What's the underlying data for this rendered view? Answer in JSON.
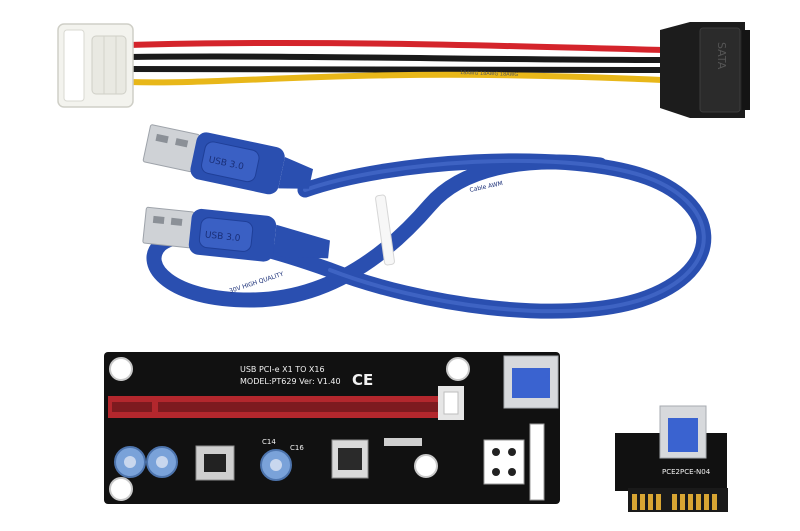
{
  "colors": {
    "background": "#ffffff",
    "pcb": "#111111",
    "slot": "#b3272d",
    "usb_cable": "#2a4fb0",
    "usb_cable_dark": "#1a2f78",
    "wire_red": "#d4242b",
    "wire_yellow": "#e8b719",
    "wire_black": "#1a1a1a",
    "molex": "#f3f3ee",
    "sata": "#1c1c1c",
    "gold": "#d8a533"
  },
  "sata_cable": {
    "sata_label": "SATA",
    "wire_print": "18AWG 18AWG 18AWG"
  },
  "usb_cable": {
    "plug_top_label": "USB 3.0",
    "plug_bottom_label": "USB 3.0",
    "cable_print_1": "30V HIGH QUALITY",
    "cable_print_2": "Cable AWM"
  },
  "riser_board": {
    "title_line": "USB PCI-e  X1  TO  X16",
    "model_line": "MODEL:PT629  Ver: V1.40",
    "ce_mark": "CE",
    "label_c14": "C14",
    "label_c16": "C16"
  },
  "adapter_board": {
    "model_label": "PCE2PCE-N04"
  }
}
